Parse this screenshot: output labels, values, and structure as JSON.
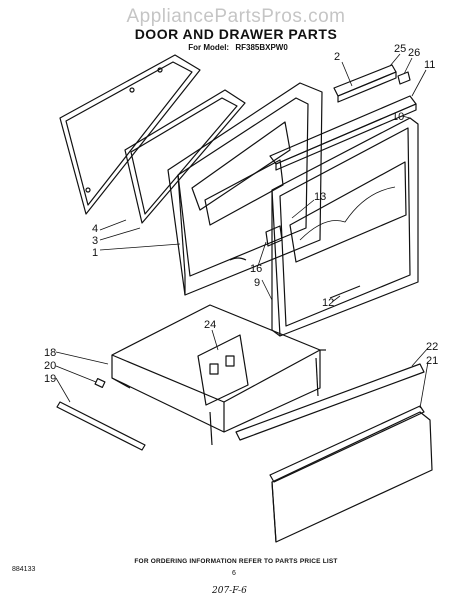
{
  "watermark": "AppliancePartsPros.com",
  "header": {
    "title": "DOOR AND DRAWER PARTS",
    "model_prefix": "For Model:",
    "model": "RF385BXPW0"
  },
  "callouts": [
    "2",
    "25",
    "26",
    "11",
    "10",
    "13",
    "4",
    "3",
    "1",
    "16",
    "9",
    "12",
    "24",
    "18",
    "20",
    "19",
    "22",
    "21"
  ],
  "footer": {
    "notice": "FOR ORDERING INFORMATION REFER TO PARTS PRICE LIST",
    "code": "884133",
    "page": "6",
    "handwritten": "207-F-6"
  }
}
